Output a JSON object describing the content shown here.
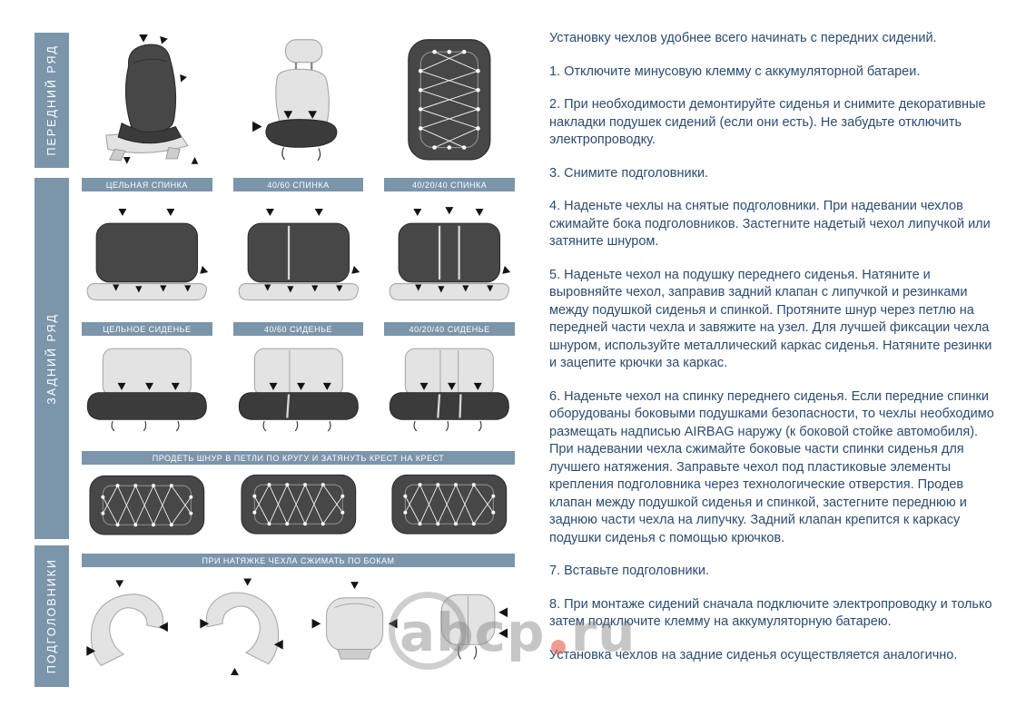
{
  "colors": {
    "accent": "#7b95ab",
    "body_text": "#2b4c70",
    "watermark_dot": "#e05a46"
  },
  "left_panel": {
    "front_row_label": "ПЕРЕДНИЙ РЯД",
    "back_row_label": "ЗАДНИЙ РЯД",
    "headrests_label": "ПОДГОЛОВНИКИ",
    "backrest_headers": [
      "ЦЕЛЬНАЯ СПИНКА",
      "40/60 СПИНКА",
      "40/20/40 СПИНКА"
    ],
    "cushion_headers": [
      "ЦЕЛЬНОЕ СИДЕНЬЕ",
      "40/60 СИДЕНЬЕ",
      "40/20/40 СИДЕНЬЕ"
    ],
    "lacing_note": "ПРОДЕТЬ ШНУР В ПЕТЛИ ПО КРУГУ И ЗАТЯНУТЬ КРЕСТ НА КРЕСТ",
    "headrest_note": "ПРИ НАТЯЖКЕ ЧЕХЛА СЖИМАТЬ ПО БОКАМ"
  },
  "instructions": {
    "intro": "Установку чехлов удобнее всего начинать с передних сидений.",
    "steps": [
      "1. Отключите минусовую клемму с аккумуляторной батареи.",
      "2. При необходимости демонтируйте сиденья и снимите декоративные накладки подушек сидений (если они есть). Не забудьте отключить электропроводку.",
      "3. Снимите подголовники.",
      "4. Наденьте чехлы на снятые подголовники. При надевании чехлов сжимайте бока подголовников. Застегните надетый чехол липучкой или затяните шнуром.",
      "5. Наденьте чехол на подушку переднего сиденья. Натяните и выровняйте чехол, заправив задний клапан с липучкой и резинками между подушкой сиденья и спинкой. Протяните шнур через петлю на передней части чехла и завяжите на узел. Для лучшей фиксации чехла шнуром, используйте металлический каркас сиденья. Натяните резинки и зацепите крючки за каркас.",
      "6. Наденьте чехол на спинку переднего сиденья. Если передние спинки оборудованы боковыми подушками безопасности, то чехлы необходимо размещать надписью AIRBAG наружу (к боковой стойке автомобиля). При надевании чехла сжимайте боковые части спинки сиденья для лучшего натяжения. Заправьте чехол под пластиковые элементы крепления подголовника через технологические отверстия. Продев клапан между подушкой сиденья и спинкой, застегните переднюю и заднюю части чехла на липучку. Задний клапан крепится к каркасу подушки сиденья с помощью крючков.",
      "7. Вставьте подголовники.",
      "8. При монтаже сидений сначала подключите электропроводку и только затем подключите клемму на аккумуляторную батарею."
    ],
    "outro": "Установка чехлов на задние сиденья осуществляется аналогично."
  },
  "watermark": {
    "name": "abcp",
    "tld": "ru"
  }
}
